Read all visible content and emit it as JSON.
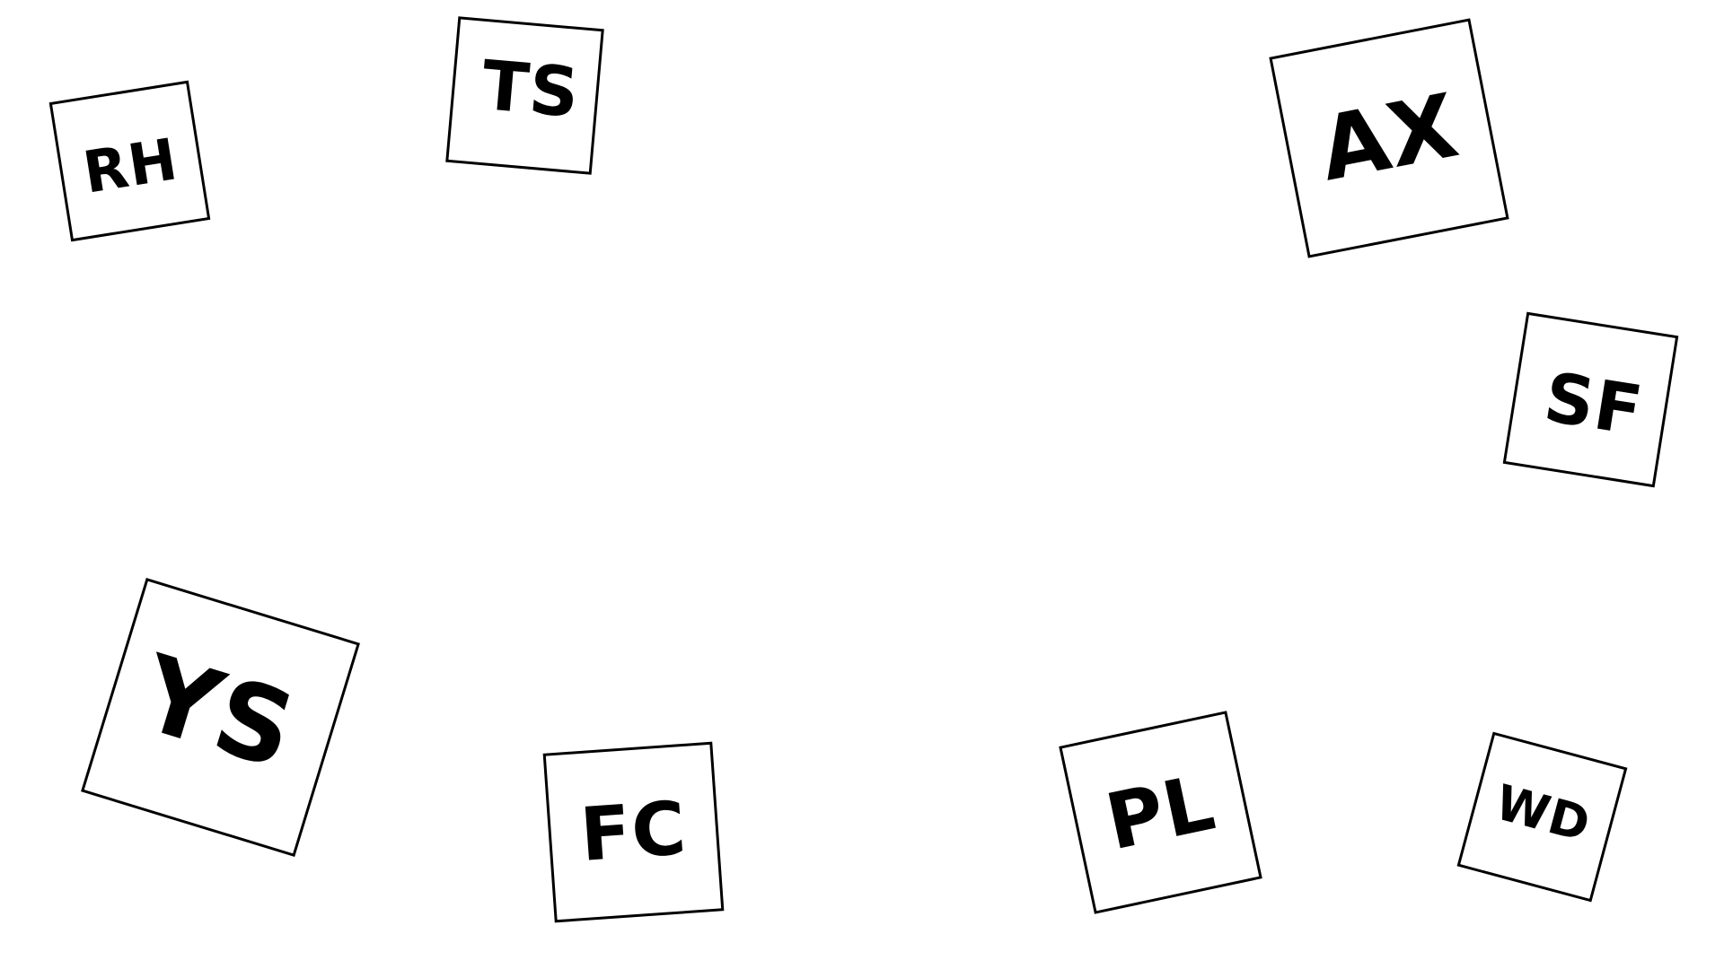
{
  "tiles": [
    {
      "label": "RH"
    },
    {
      "label": "TS"
    },
    {
      "label": "AX"
    },
    {
      "label": "SF"
    },
    {
      "label": "YS"
    },
    {
      "label": "FC"
    },
    {
      "label": "PL"
    },
    {
      "label": "WD"
    }
  ],
  "colors": {
    "background": "#ffffff",
    "tile_border": "#000000",
    "text": "#000000"
  }
}
